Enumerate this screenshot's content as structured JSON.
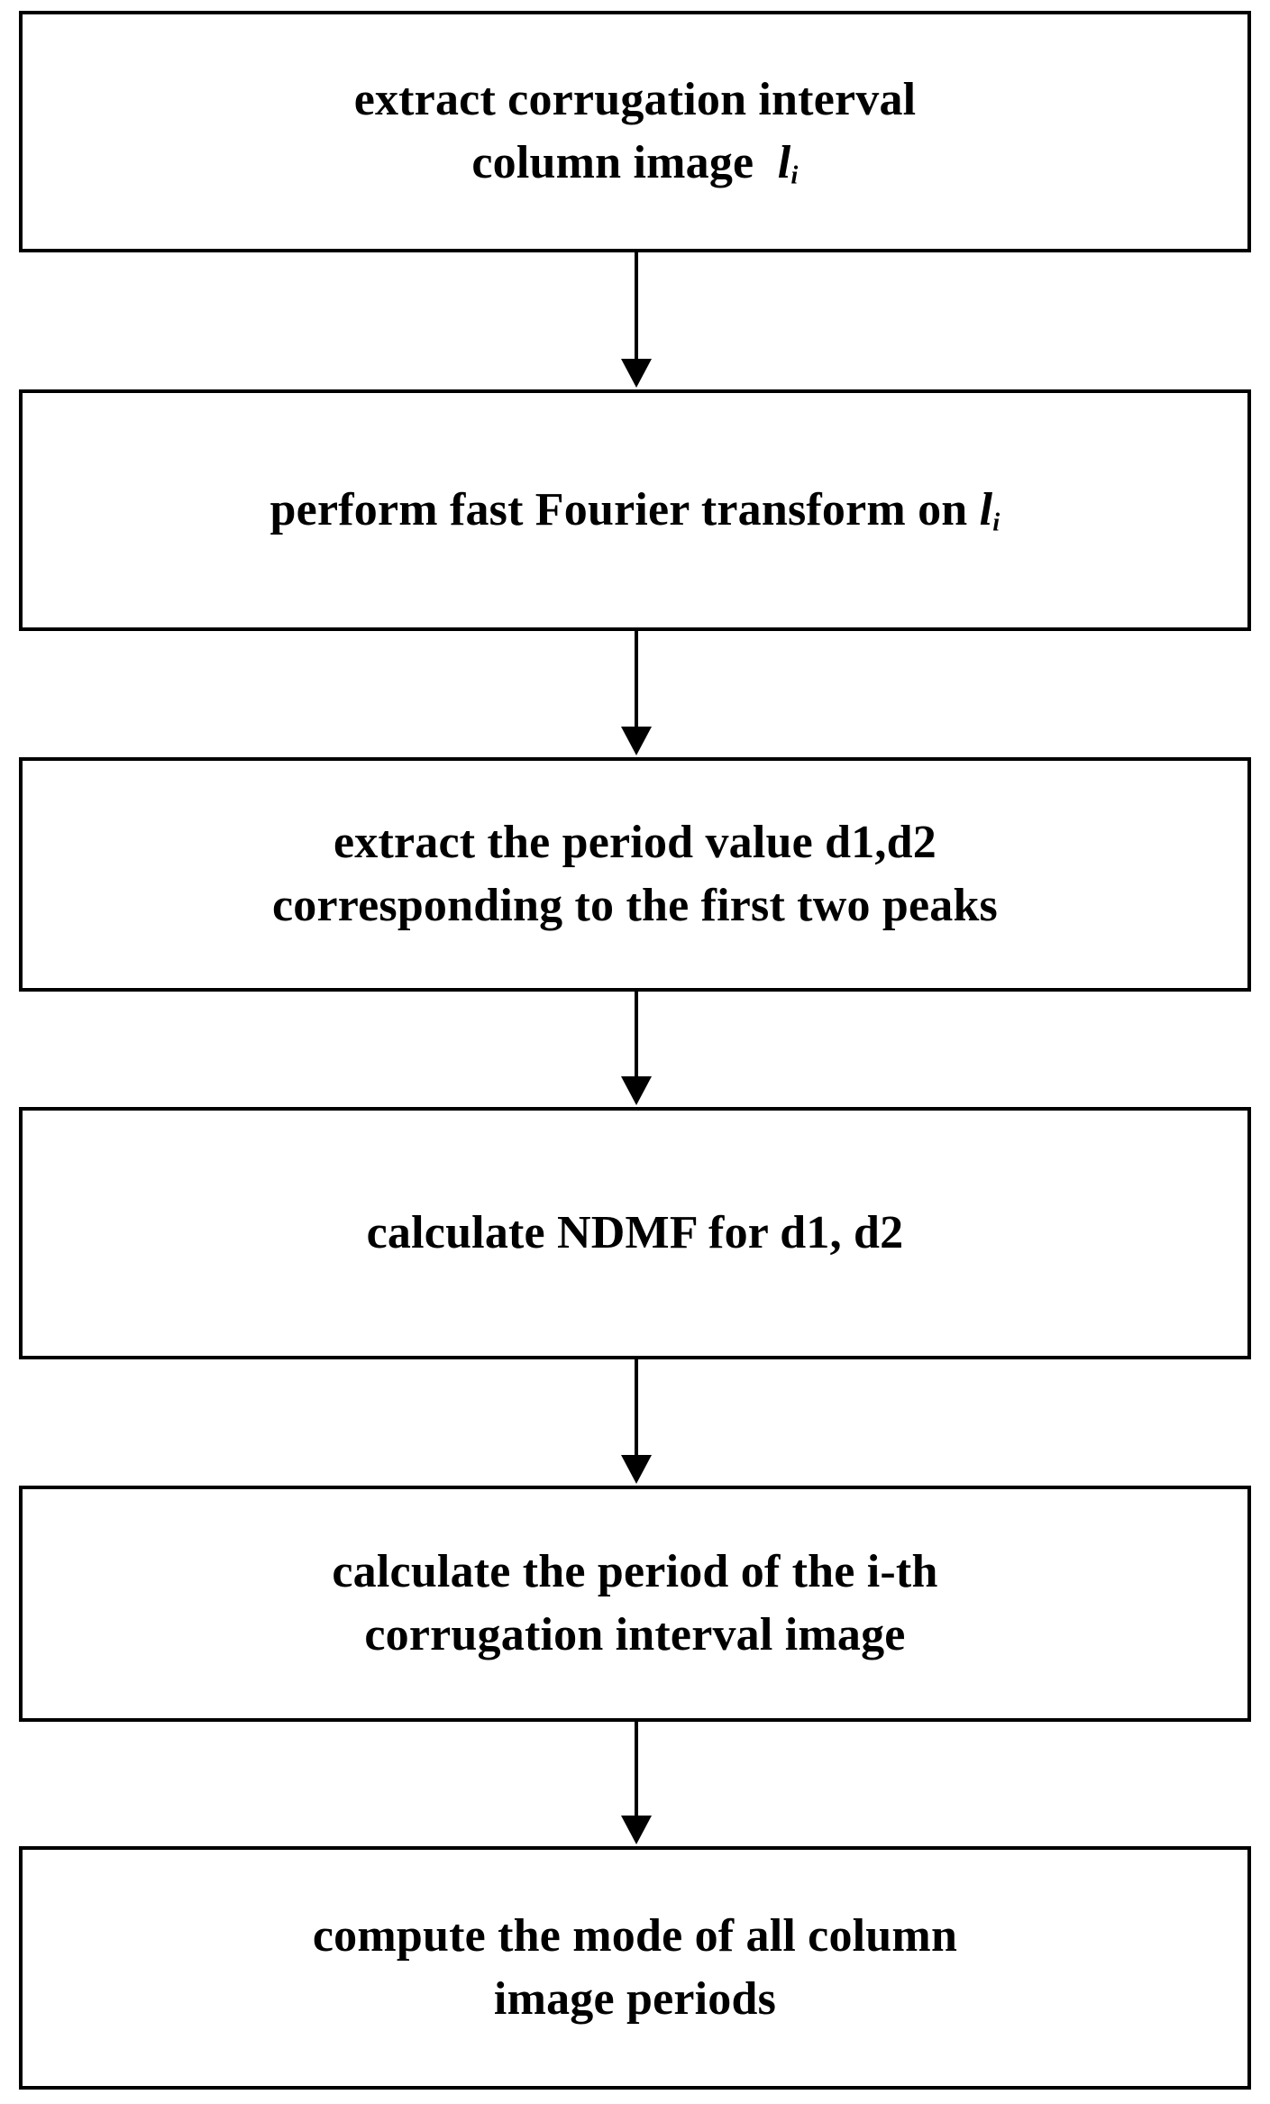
{
  "diagram": {
    "type": "flowchart",
    "orientation": "vertical-top-to-bottom",
    "node_shape": "rectangle",
    "border_color": "#000000",
    "background_color": "#ffffff",
    "text_color": "#000000",
    "nodes": [
      {
        "id": "node-1",
        "name": "extract-column-image",
        "lines": [
          "extract corrugation interval",
          "column image"
        ],
        "variable": "l",
        "variable_subscript": "i",
        "variable_position": "end-of-line-2"
      },
      {
        "id": "node-2",
        "name": "perform-fft",
        "lines": [
          "perform fast Fourier transform on"
        ],
        "variable": "l",
        "variable_subscript": "i",
        "variable_position": "end-of-line-1"
      },
      {
        "id": "node-3",
        "name": "extract-period-values",
        "lines": [
          "extract the period value d1,d2",
          "corresponding to the first two peaks"
        ],
        "variable": null,
        "variable_subscript": null,
        "variable_position": null
      },
      {
        "id": "node-4",
        "name": "calculate-ndmf",
        "lines": [
          "calculate NDMF for d1, d2"
        ],
        "variable": null,
        "variable_subscript": null,
        "variable_position": null
      },
      {
        "id": "node-5",
        "name": "calculate-ith-period",
        "lines": [
          "calculate the period of the i-th",
          "corrugation interval image"
        ],
        "variable": null,
        "variable_subscript": null,
        "variable_position": null
      },
      {
        "id": "node-6",
        "name": "compute-mode-of-periods",
        "lines": [
          "compute the mode of all column",
          "image periods"
        ],
        "variable": null,
        "variable_subscript": null,
        "variable_position": null
      }
    ],
    "edges": [
      {
        "id": "edge-1",
        "from": "node-1",
        "to": "node-2",
        "label": "",
        "arrow": "down"
      },
      {
        "id": "edge-2",
        "from": "node-2",
        "to": "node-3",
        "label": "",
        "arrow": "down"
      },
      {
        "id": "edge-3",
        "from": "node-3",
        "to": "node-4",
        "label": "",
        "arrow": "down"
      },
      {
        "id": "edge-4",
        "from": "node-4",
        "to": "node-5",
        "label": "",
        "arrow": "down"
      },
      {
        "id": "edge-5",
        "from": "node-5",
        "to": "node-6",
        "label": "",
        "arrow": "down"
      }
    ]
  }
}
